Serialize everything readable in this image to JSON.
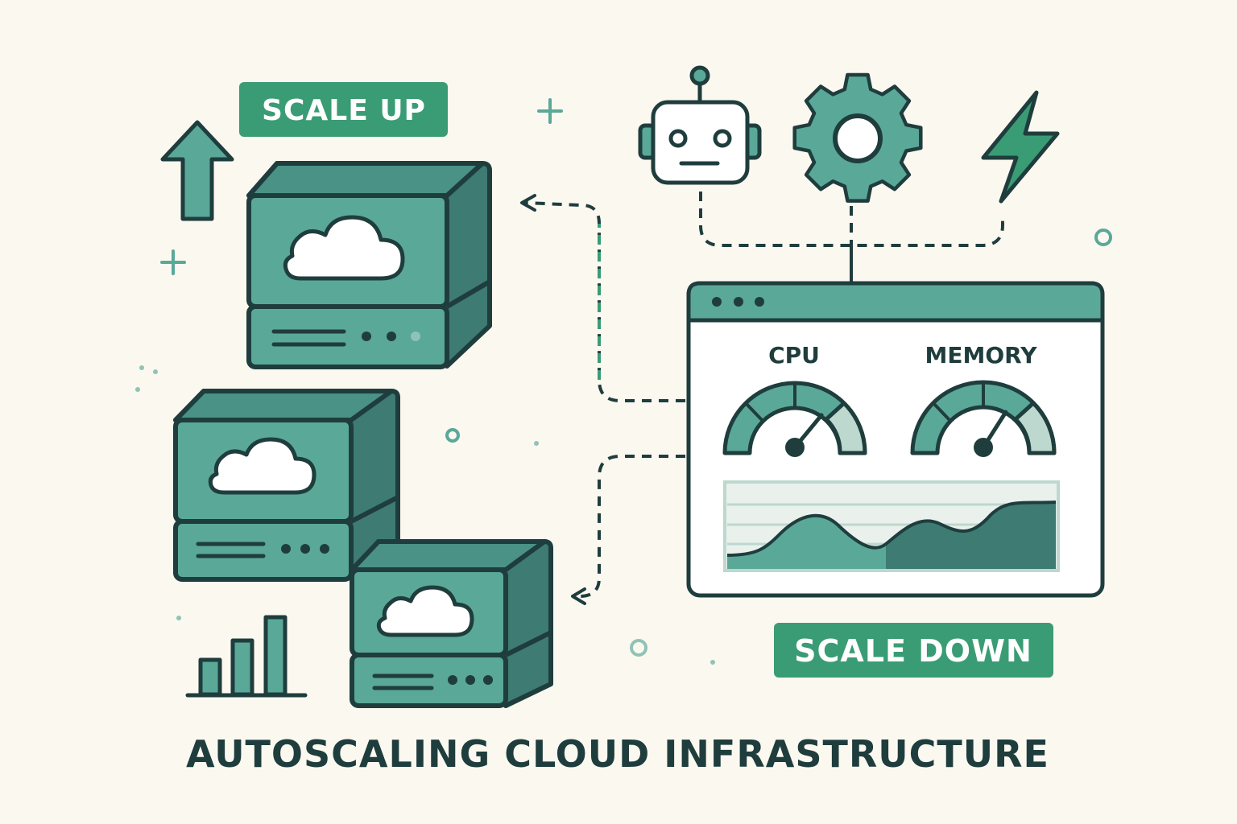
{
  "labels": {
    "scale_up": "SCALE UP",
    "scale_down": "SCALE DOWN",
    "cpu": "CPU",
    "memory": "MEMORY",
    "title": "AUTOSCALING CLOUD INFRASTRUCTURE"
  },
  "gauges": {
    "cpu_level": 0.72,
    "memory_level": 0.68
  },
  "colors": {
    "background": "#fbf8f0",
    "teal": "#5aa898",
    "teal_dark": "#3d7b73",
    "outline": "#1f3d3d",
    "badge_green": "#3a9c74",
    "badge_text": "#ffffff",
    "accent_light": "#bcd8cf",
    "lightning": "#3a9c74"
  },
  "icons": [
    "arrow-up-icon",
    "cloud-icon",
    "robot-icon",
    "gear-icon",
    "lightning-icon",
    "bar-chart-icon",
    "browser-dots-icon",
    "gauge-icon",
    "plus-icon",
    "circle-icon"
  ]
}
